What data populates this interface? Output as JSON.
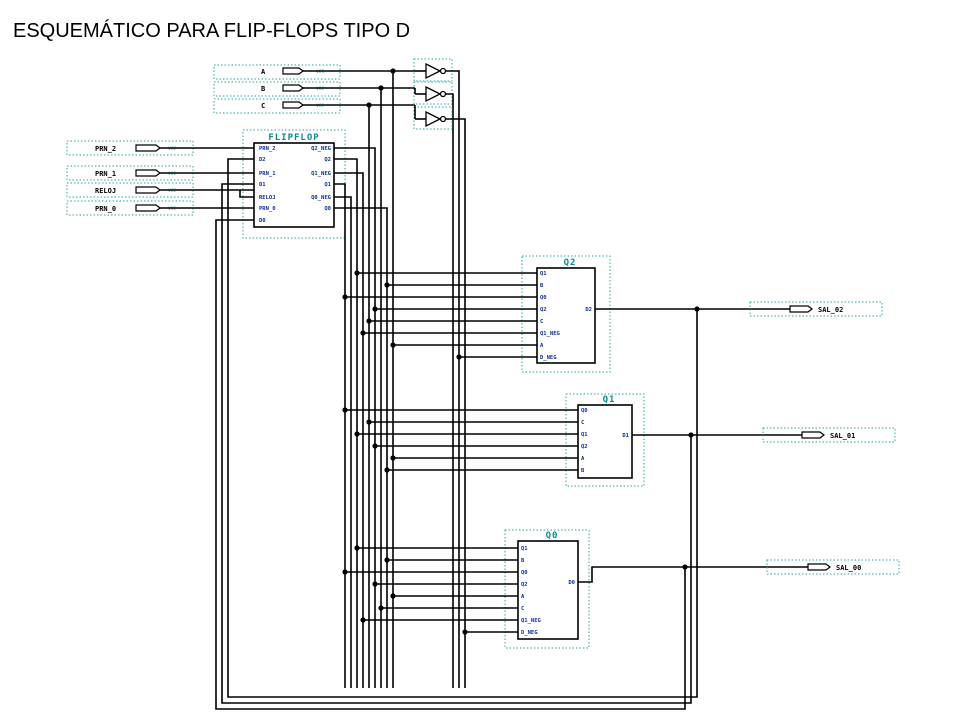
{
  "title": "ESQUEMÁTICO PARA FLIP-FLOPS TIPO D",
  "colors": {
    "wire": "#000000",
    "pin_text": "#0b2f9a",
    "block_title": "#0a8a8a",
    "bounding_box": "#2aa6a6"
  },
  "inputs": {
    "top": [
      "A",
      "B",
      "C"
    ],
    "left": [
      "PRN_2",
      "PRN_1",
      "RELOJ",
      "PRN_0"
    ]
  },
  "outputs": [
    "SAL_02",
    "SAL_01",
    "SAL_00"
  ],
  "blocks": {
    "flipflop": {
      "title": "FLIPFLOP",
      "left_pins": [
        "PRN_2",
        "D2",
        "PRN_1",
        "D1",
        "RELOJ",
        "PRN_0",
        "D0"
      ],
      "right_pins": [
        "Q2_NEG",
        "Q2",
        "Q1_NEG",
        "Q1",
        "Q0_NEG",
        "Q0"
      ]
    },
    "q2": {
      "title": "Q2",
      "left_pins": [
        "Q1",
        "B",
        "Q0",
        "Q2",
        "C",
        "Q1_NEG",
        "A",
        "D_NEG"
      ],
      "right_pin": "D2"
    },
    "q1": {
      "title": "Q1",
      "left_pins": [
        "Q0",
        "C",
        "Q1",
        "Q2",
        "A",
        "B"
      ],
      "right_pin": "D1"
    },
    "q0": {
      "title": "Q0",
      "left_pins": [
        "Q1",
        "B",
        "Q0",
        "Q2",
        "A",
        "C",
        "Q1_NEG",
        "D_NEG"
      ],
      "right_pin": "D0"
    }
  }
}
